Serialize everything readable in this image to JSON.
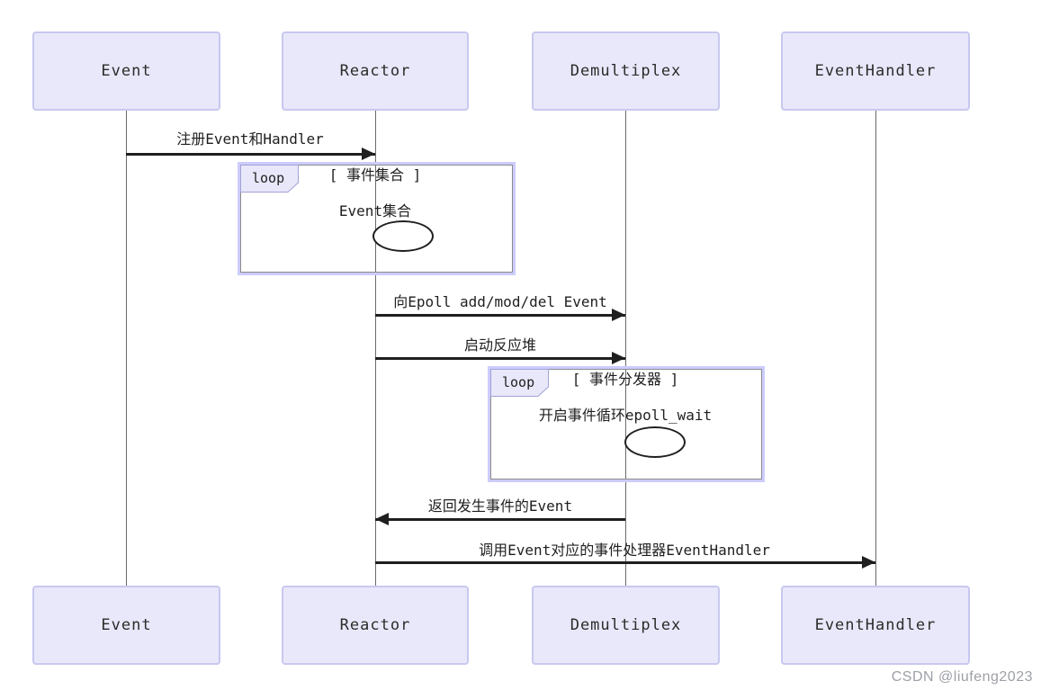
{
  "diagram": {
    "type": "sequence",
    "actors": [
      {
        "name": "Event"
      },
      {
        "name": "Reactor"
      },
      {
        "name": "Demultiplex"
      },
      {
        "name": "EventHandler"
      }
    ],
    "messages": [
      {
        "from": "Event",
        "to": "Reactor",
        "label": "注册Event和Handler"
      },
      {
        "from": "Reactor",
        "to": "Demultiplex",
        "label": "向Epoll add/mod/del Event"
      },
      {
        "from": "Reactor",
        "to": "Demultiplex",
        "label": "启动反应堆"
      },
      {
        "from": "Demultiplex",
        "to": "Reactor",
        "label": "返回发生事件的Event"
      },
      {
        "from": "Reactor",
        "to": "EventHandler",
        "label": "调用Event对应的事件处理器EventHandler"
      }
    ],
    "loops": [
      {
        "keyword": "loop",
        "condition": "[ 事件集合 ]",
        "self_message": "Event集合",
        "on": "Reactor"
      },
      {
        "keyword": "loop",
        "condition": "[ 事件分发器 ]",
        "self_message": "开启事件循环epoll_wait",
        "on": "Demultiplex"
      }
    ]
  },
  "watermark": "CSDN @liufeng2023",
  "colors": {
    "actor_fill": "#E8E8FA",
    "actor_border": "#C8C8F0",
    "loop_border_outer": "#CCCCFF",
    "loop_border_inner": "#8C8C8C",
    "arrow": "#1F1F1F",
    "lifeline": "#6B6B6B",
    "watermark": "#9EA0A8"
  }
}
